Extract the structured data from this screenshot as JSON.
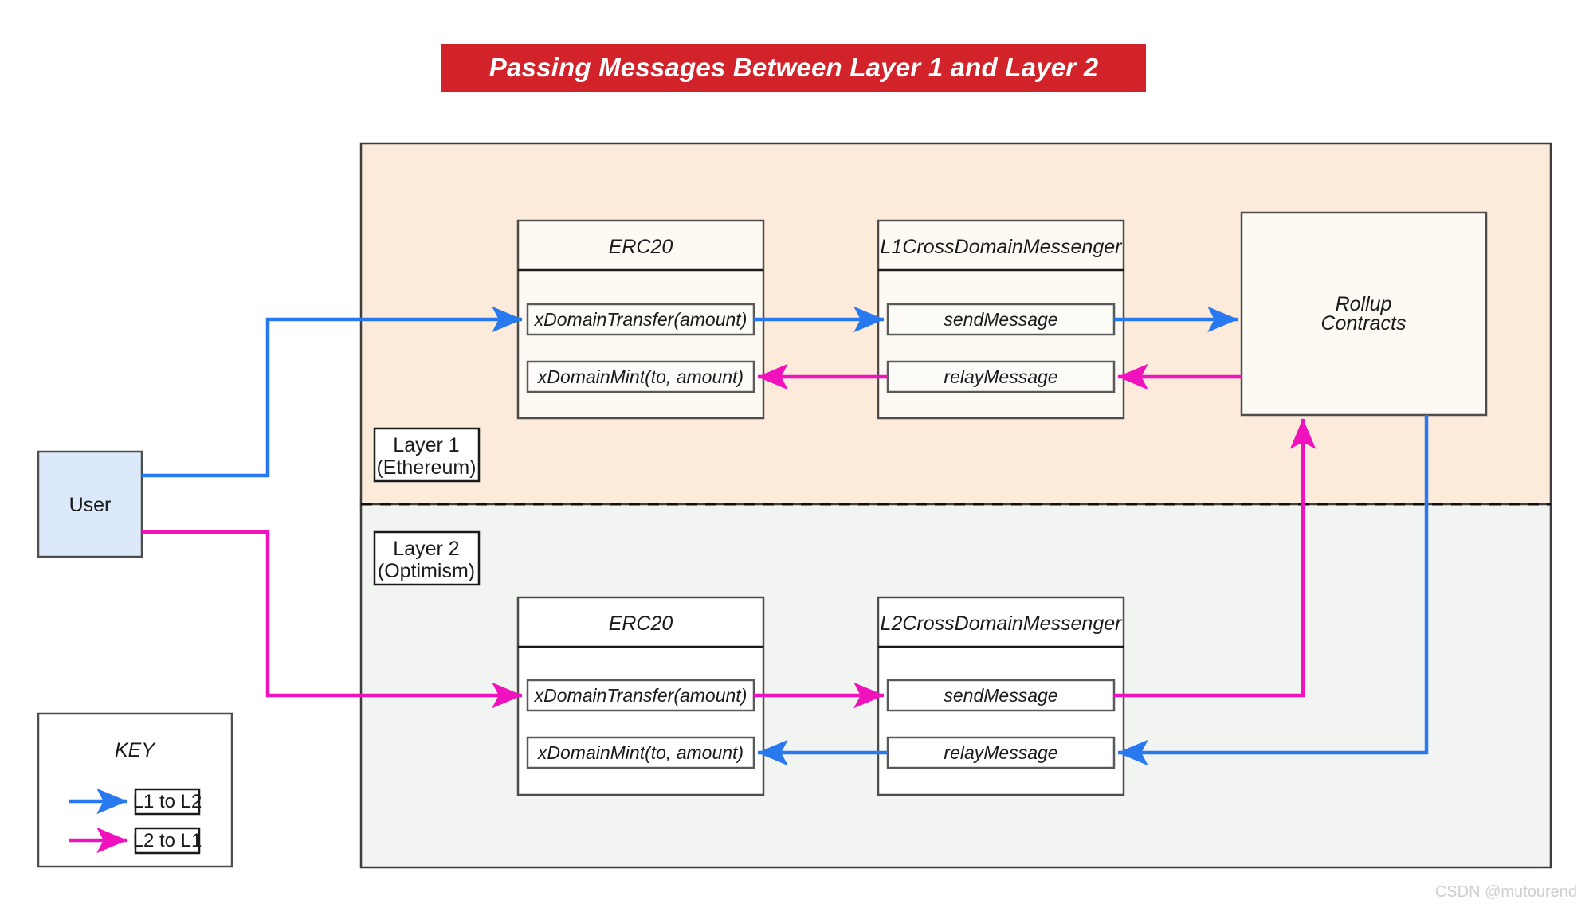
{
  "title": {
    "text": "Passing Messages Between Layer 1 and Layer 2",
    "banner_color": "#d2232a",
    "text_color": "#ffffff"
  },
  "watermark": "CSDN @mutourend",
  "actor": {
    "user_label": "User",
    "fill": "#dce9fb"
  },
  "layers": {
    "l1": {
      "badge_line1": "Layer 1",
      "badge_line2": "(Ethereum)",
      "panel_color": "#fceada"
    },
    "l2": {
      "badge_line1": "Layer 2",
      "badge_line2": "(Optimism)",
      "panel_color": "#f2f4f2"
    }
  },
  "contracts": {
    "l1_erc20": {
      "title": "ERC20",
      "methods": [
        "xDomainTransfer(amount)",
        "xDomainMint(to, amount)"
      ]
    },
    "l1_messenger": {
      "title": "L1CrossDomainMessenger",
      "methods": [
        "sendMessage",
        "relayMessage"
      ]
    },
    "rollup": {
      "title_line1": "Rollup",
      "title_line2": "Contracts"
    },
    "l2_erc20": {
      "title": "ERC20",
      "methods": [
        "xDomainTransfer(amount)",
        "xDomainMint(to, amount)"
      ]
    },
    "l2_messenger": {
      "title": "L2CrossDomainMessenger",
      "methods": [
        "sendMessage",
        "relayMessage"
      ]
    }
  },
  "key": {
    "heading": "KEY",
    "entries": [
      {
        "label": "L1 to L2",
        "color": "#2878f0"
      },
      {
        "label": "L2 to L1",
        "color": "#f012be"
      }
    ]
  }
}
